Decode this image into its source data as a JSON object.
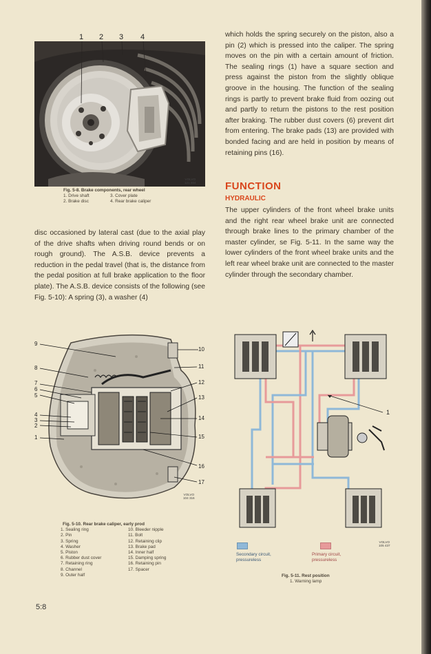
{
  "fig58": {
    "callouts": [
      "1",
      "2",
      "3",
      "4"
    ],
    "logo": "VOLVO",
    "logo_code": "121 864",
    "title": "Fig. 5-8.  Brake components, rear wheel",
    "items": [
      "1. Drive shaft",
      "3. Cover plate",
      "2. Brake disc",
      "4. Rear brake caliper"
    ]
  },
  "para_left": "disc occasioned by lateral cast (due to the axial play of the drive shafts when driving round bends or on rough ground). The A.S.B. device prevents a reduction in the pedal travel (that is, the distance from the pedal position at full brake application to the floor plate). The A.S.B. device consists of the following (see Fig. 5-10): A spring (3), a washer (4)",
  "para_right_top": "which holds the spring securely on the piston, also a pin (2) which is pressed into the caliper. The spring moves on the pin with a certain amount of friction. The sealing rings (1) have a square section and press against the piston from the slightly oblique groove in the housing. The function of the sealing rings is partly to prevent brake fluid from oozing out and partly to return the pistons to the rest position after braking. The rubber dust covers (6) prevent dirt from entering. The brake pads (13) are provided with bonded facing and are held in position by means of retaining pins (16).",
  "heading_function": "FUNCTION",
  "heading_hydraulic": "HYDRAULIC",
  "para_function": "The upper cylinders of the front wheel brake units and the right rear wheel brake unit are connected through brake lines to the primary chamber of the master cylinder, se Fig. 5-11. In the same way the lower cylinders of the front wheel brake units and the left rear wheel brake unit are connected to the master cylinder through the secondary chamber.",
  "fig510": {
    "callouts_left": [
      "9",
      "8",
      "7",
      "6",
      "5",
      "4",
      "3",
      "2",
      "1"
    ],
    "callouts_right": [
      "10",
      "11",
      "12",
      "13",
      "14",
      "15",
      "16",
      "17"
    ],
    "logo": "VOLVO",
    "logo_code": "104 316",
    "title": "Fig. 5-10.  Rear brake caliper, early prod",
    "items": [
      "1. Sealing ring",
      "10. Bleeder nipple",
      "2. Pin",
      "11. Bolt",
      "3. Spring",
      "12. Retaining clip",
      "4. Washer",
      "13. Brake pad",
      "5. Piston",
      "14. Inner half",
      "6. Rubber dust cover",
      "15. Damping spring",
      "7. Retaining ring",
      "16. Retaining pin",
      "8. Channel",
      "17. Spacer",
      "9. Outer half",
      ""
    ]
  },
  "fig511": {
    "callout": "1",
    "logo": "VOLVO",
    "logo_code": "105 437",
    "legend_secondary": "Secondary circuit, pressureless",
    "legend_primary": "Primary circuit, pressureless",
    "title": "Fig. 5-11.  Rest position",
    "item": "1. Warning lamp",
    "colors": {
      "secondary": "#8fb8d8",
      "primary": "#e79a9a"
    }
  },
  "page_number": "5:8"
}
